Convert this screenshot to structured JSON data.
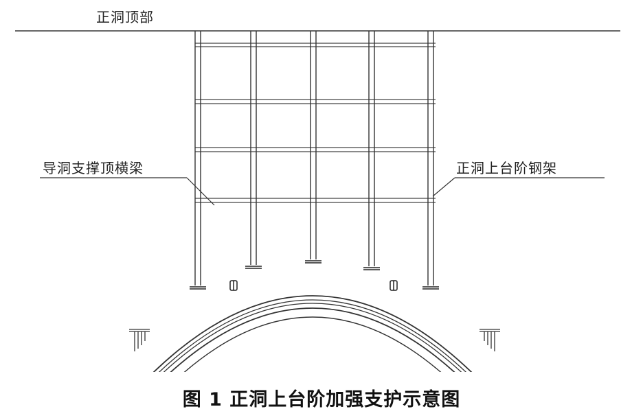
{
  "labels": {
    "top": "正洞顶部",
    "left": "导洞支撑顶横梁",
    "right": "正洞上台阶钢架"
  },
  "caption": "图 1   正洞上台阶加强支护示意图"
}
